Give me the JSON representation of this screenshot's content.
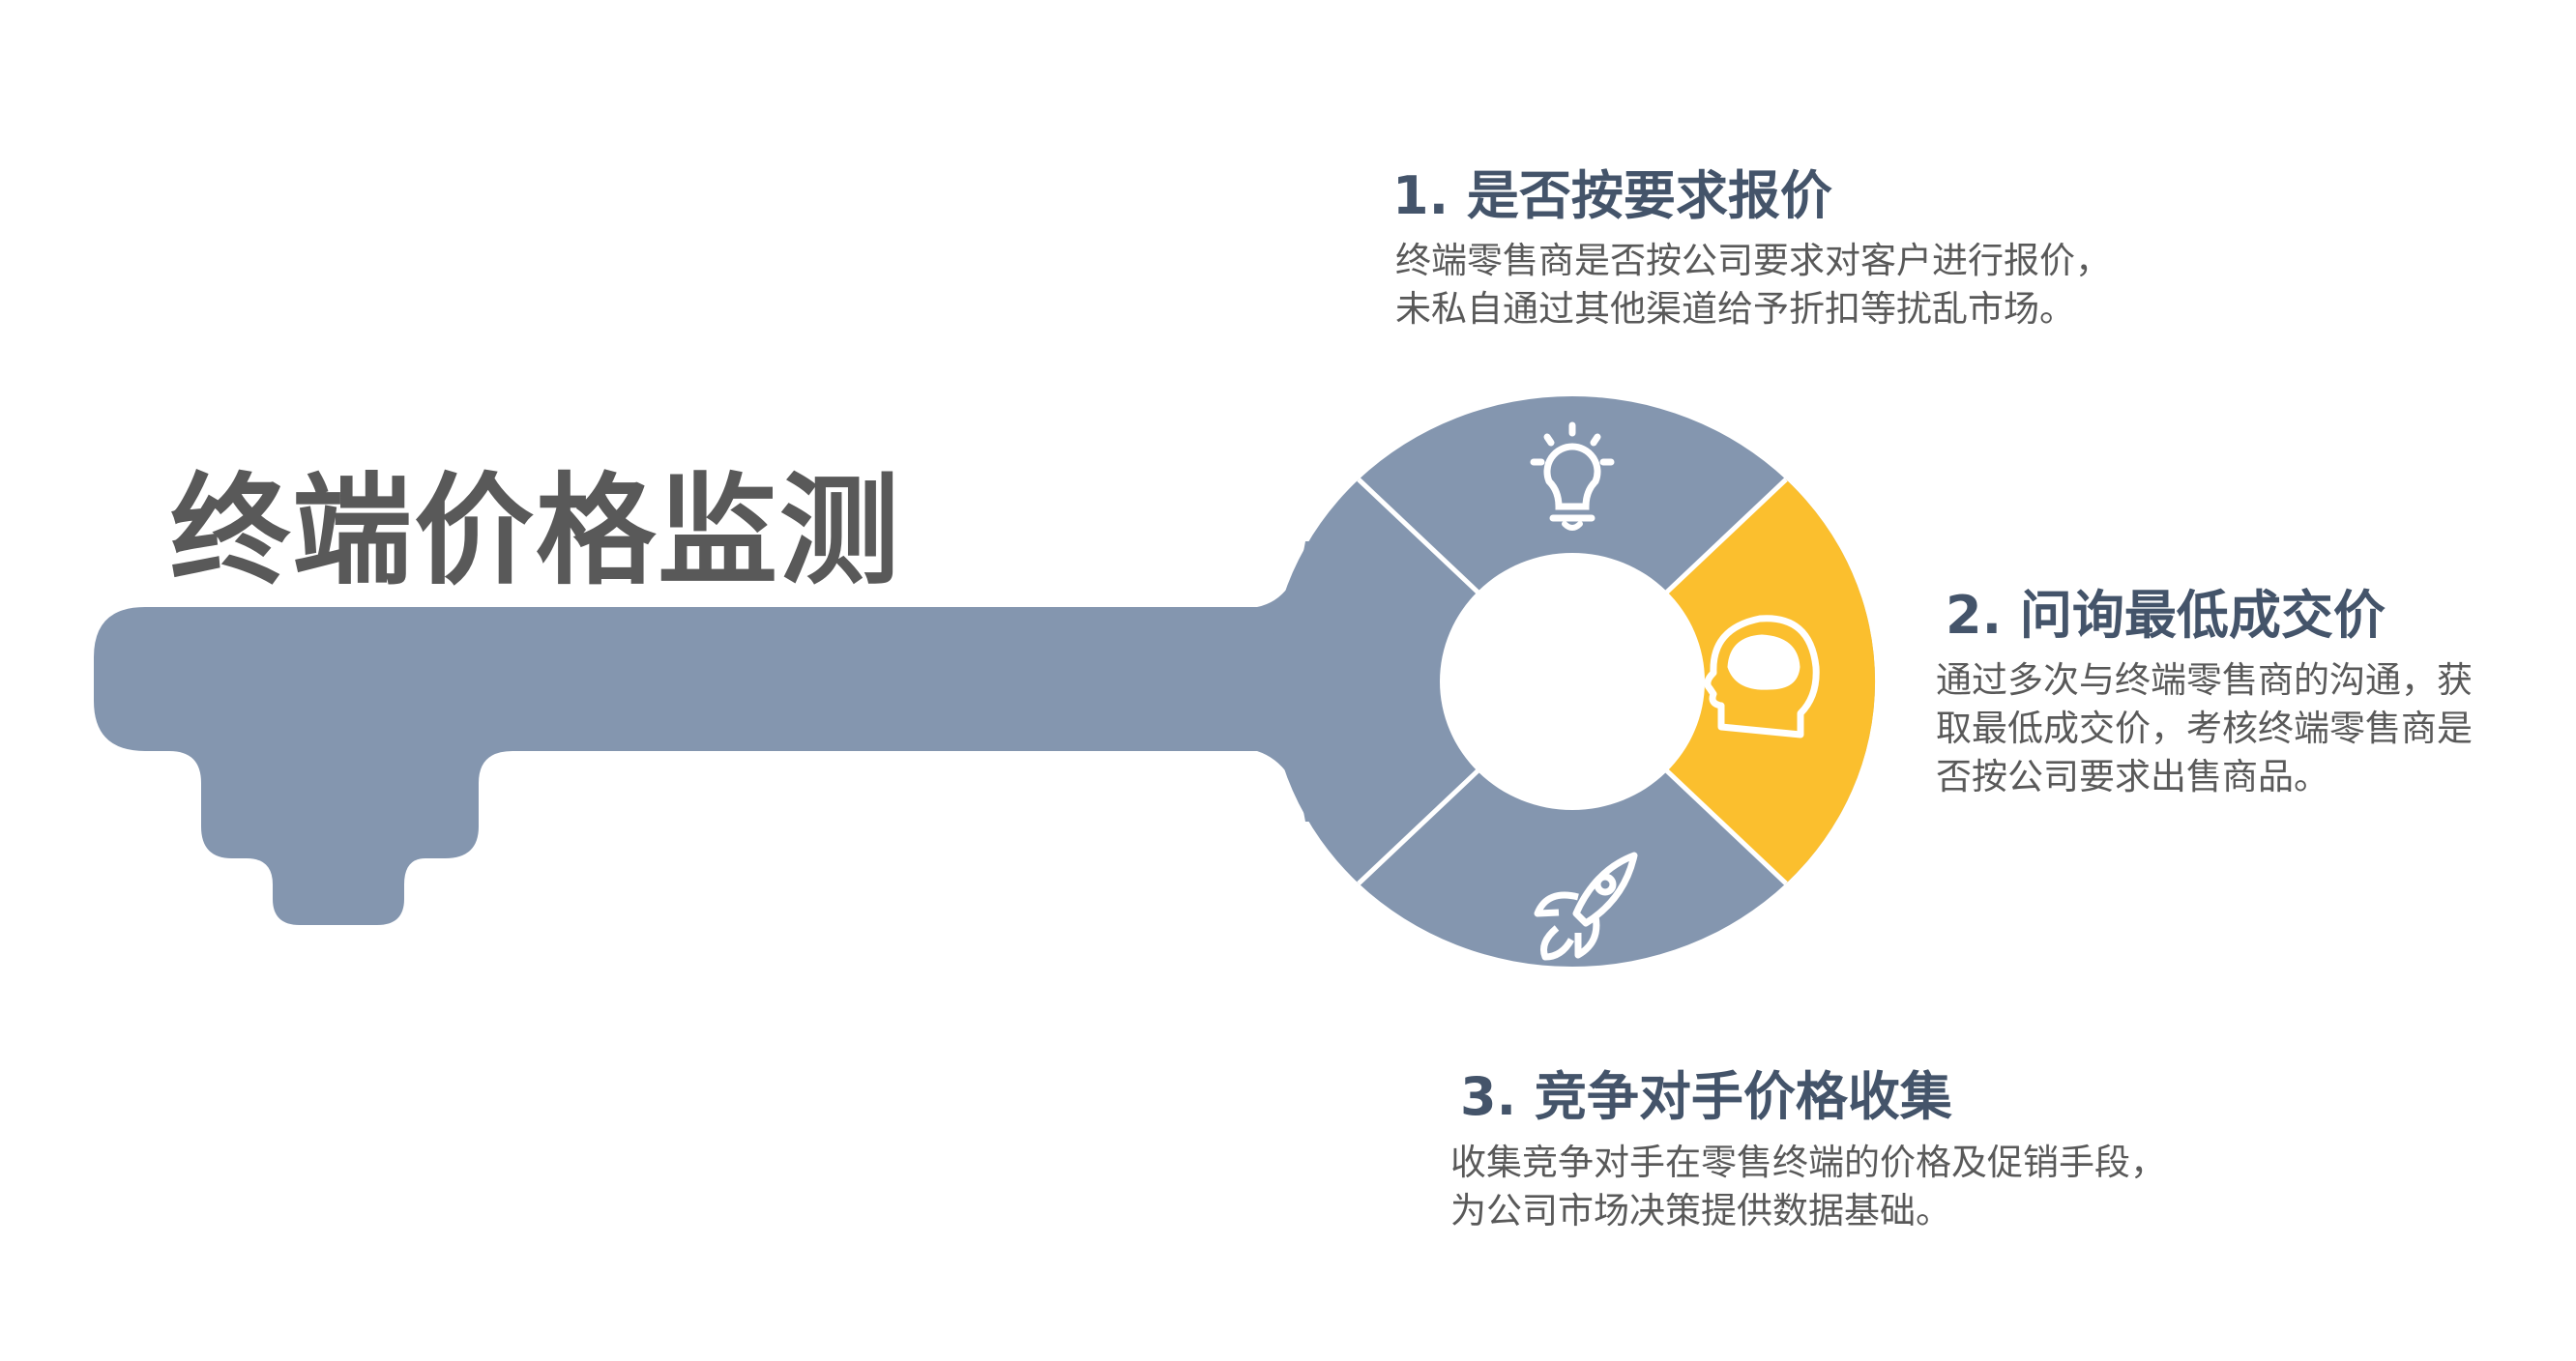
{
  "title": "终端价格监测",
  "colors": {
    "key": "#8496AF",
    "highlight": "#FBBF2E",
    "heading": "#44546A",
    "body": "#595959"
  },
  "items": [
    {
      "heading": "1. 是否按要求报价",
      "lines": [
        "终端零售商是否按公司要求对客户进行报价，",
        "未私自通过其他渠道给予折扣等扰乱市场。"
      ],
      "icon": "lightbulb-icon"
    },
    {
      "heading": "2. 问询最低成交价",
      "lines": [
        "通过多次与终端零售商的沟通，获",
        "取最低成交价，考核终端零售商是",
        "否按公司要求出售商品。"
      ],
      "icon": "brain-head-icon"
    },
    {
      "heading": "3. 竞争对手价格收集",
      "lines": [
        "收集竞争对手在零售终端的价格及促销手段，",
        "为公司市场决策提供数据基础。"
      ],
      "icon": "rocket-icon"
    }
  ]
}
